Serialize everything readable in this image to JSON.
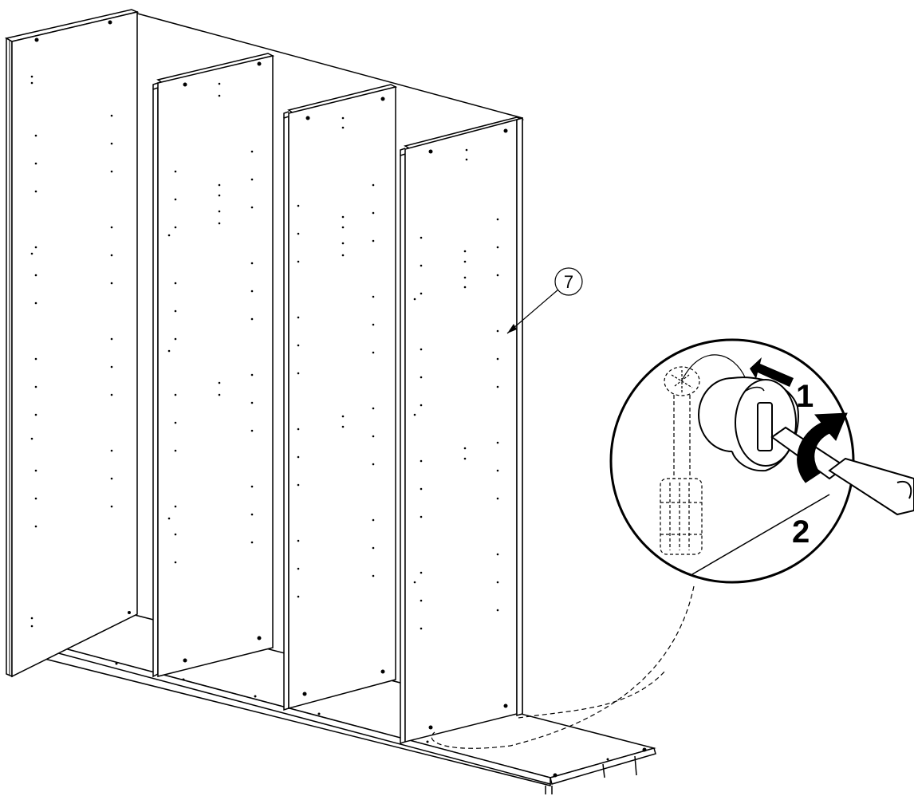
{
  "diagram": {
    "part_callout": {
      "label": "7"
    },
    "detail": {
      "step_1": "1",
      "step_2": "2"
    },
    "colors": {
      "line": "#000000",
      "panel": "#ffffff",
      "hole": "#000000"
    }
  }
}
